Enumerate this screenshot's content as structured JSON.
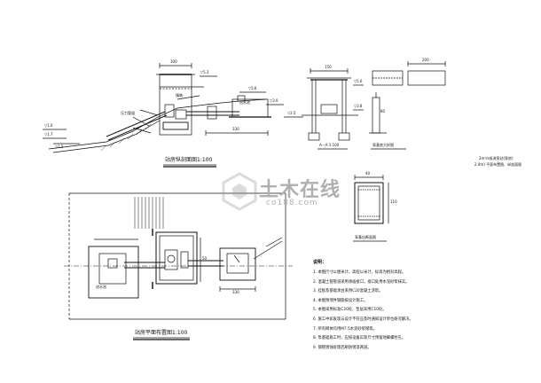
{
  "titles": {
    "section_view": "站房纵剖面图1:100",
    "plan_view": "站房平面布置图1:100",
    "section_a": "A—A   1:100",
    "pump_foundation": "泵基底大样图",
    "pump_pit": "泵基坑断面图",
    "sheet_title_line1": "2m³/s吸流泵站(泵房)",
    "sheet_title_line2": "2.0m) 平面布置图、纵剖面图"
  },
  "dimensions": {
    "d300_top": "300",
    "d330_section": "330",
    "d330_plan": "330",
    "d50": "50",
    "d150": "150",
    "d80": "80",
    "d110": "110",
    "d200": "200",
    "d40": "40"
  },
  "elevations": {
    "e1": "▽5.3",
    "e2": "▽5.6",
    "e3": "▽3.0",
    "e4": "▽2.5",
    "e5": "▽1.0",
    "e6": "▽1.7",
    "e7": "▽1.5",
    "e8": "▽5.0",
    "e9": "▽3.8"
  },
  "annotations": {
    "a1": "出水池",
    "a2": "进水池",
    "a3": "镇墩",
    "a4": "压力管道"
  },
  "notes": {
    "heading": "说明：",
    "items": [
      "1. 本图尺寸以厘米计，高程以米计，标高为相对高程。",
      "2. 混凝土管管道采用承插接口，接口处用水泥砂浆抹实。",
      "3. 挂板及基础承台采用C20混凝土浇筑。",
      "4. 本图预埋件钢筋按设计施工。",
      "5. 本图采用标准C20砼，垫层采用C10砼。",
      "6. 施工中如发现与设计不符应及时通知设计单位研究解决。",
      "7. 所有砌体均用M7.5水泥砂浆砌筑。",
      "8. 泵基础施工时，应按设备实际尺寸预留地脚螺栓孔。",
      "9. 钢管锈蚀处理后刷防锈漆两道。"
    ]
  },
  "watermark": {
    "text": "土木在线",
    "sub": "co188.com"
  }
}
